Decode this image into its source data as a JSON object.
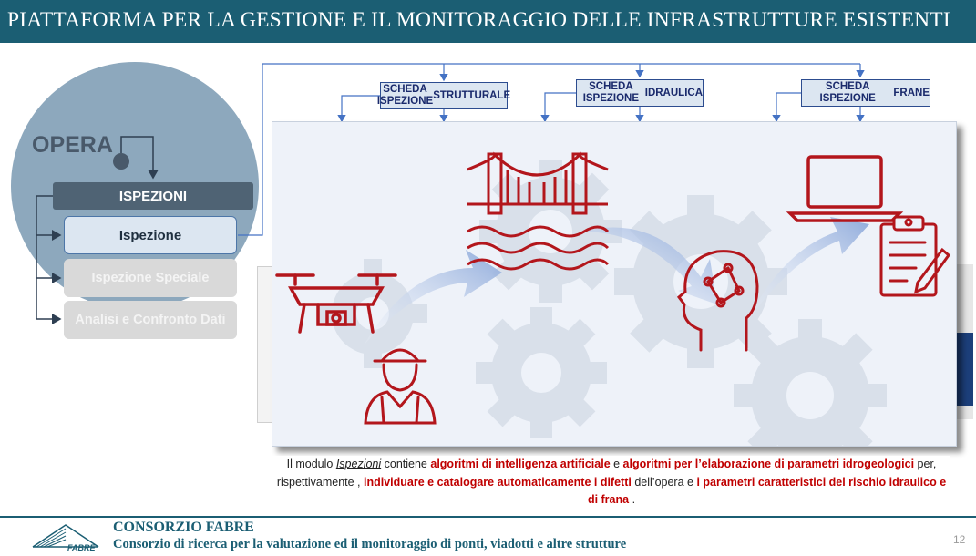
{
  "header": {
    "title": "PIATTAFORMA PER LA GESTIONE E IL MONITORAGGIO DELLE INFRASTRUTTURE ESISTENTI"
  },
  "left_menu": {
    "opera": "OPERA",
    "section_label": "ISPEZIONI",
    "items": [
      {
        "label": "Ispezione",
        "active": true
      },
      {
        "label": "Ispezione Speciale",
        "active": false
      },
      {
        "label": "Analisi e Confronto Dati",
        "active": false
      }
    ]
  },
  "schede": [
    {
      "line1": "SCHEDA ISPEZIONE",
      "line2": "STRUTTURALE"
    },
    {
      "line1": "SCHEDA ISPEZIONE",
      "line2": "IDRAULICA"
    },
    {
      "line1": "SCHEDA ISPEZIONE",
      "line2": "FRANE"
    }
  ],
  "description": {
    "t1": "Il modulo ",
    "link": "Ispezioni",
    "t2": " contiene ",
    "r1": "algoritmi di intelligenza artificiale",
    "t3": "  e ",
    "r2": "algoritmi per l’elaborazione di parametri idrogeologici",
    "t4": " per, rispettivamente , ",
    "r3": "individuare e catalogare automaticamente i difetti",
    "t5": "  dell’opera e ",
    "r4": "i parametri caratteristici del rischio idraulico e di frana",
    "t6": " ."
  },
  "footer": {
    "logo_text": "FABRE",
    "name": "CONSORZIO FABRE",
    "subtitle": "Consorzio di ricerca per la valutazione ed il monitoraggio di ponti, viadotti e altre strutture",
    "page": "12"
  },
  "colors": {
    "header_bg": "#1b5e73",
    "accent_red": "#c00000",
    "icon_red": "#b3161c",
    "arrow_blue": "#8eaadb"
  },
  "icons": [
    "drone-icon",
    "worker-icon",
    "bridge-icon",
    "ai-head-icon",
    "laptop-icon",
    "clipboard-icon"
  ]
}
